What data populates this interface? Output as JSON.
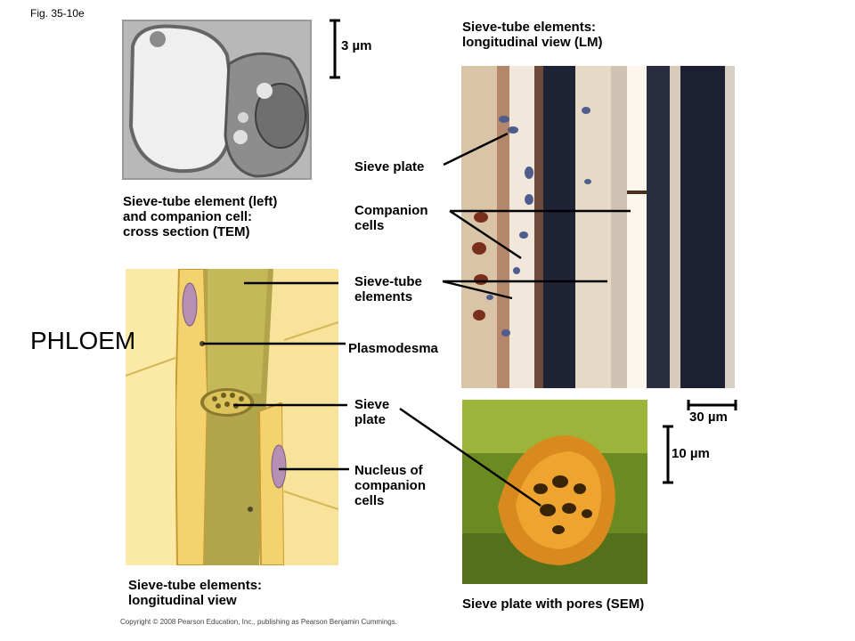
{
  "figure_id": "Fig. 35-10e",
  "heading": "PHLOEM",
  "copyright": "Copyright © 2008 Pearson Education, Inc., publishing as Pearson Benjamin Cummings.",
  "scale_bars": {
    "tem": "3 µm",
    "lm": "30 µm",
    "sem": "10 µm"
  },
  "captions": {
    "tem": "Sieve-tube element (left)\nand companion cell:\ncross section (TEM)",
    "lm": "Sieve-tube elements:\nlongitudinal view (LM)",
    "drawing": "Sieve-tube elements:\nlongitudinal view",
    "sem": "Sieve plate with pores (SEM)"
  },
  "labels": {
    "sieve_plate_lm": "Sieve plate",
    "companion_cells": "Companion\ncells",
    "sieve_tube_elements": "Sieve-tube\nelements",
    "plasmodesma": "Plasmodesma",
    "sieve_plate": "Sieve\nplate",
    "nucleus": "Nucleus of\ncompanion\ncells"
  }
}
